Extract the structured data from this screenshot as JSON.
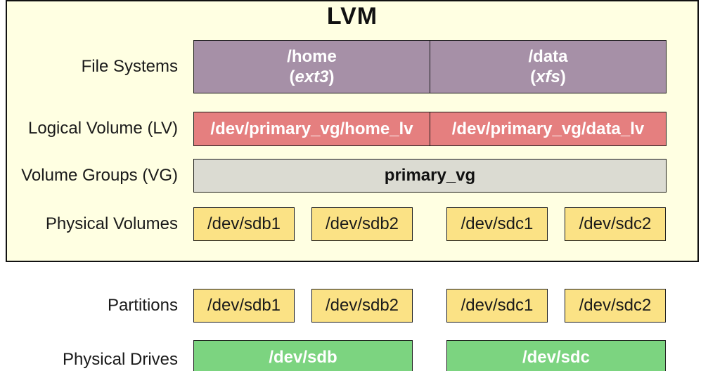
{
  "diagram": {
    "title": "LVM",
    "rows": {
      "file_systems": {
        "label": "File Systems",
        "boxes": [
          {
            "mount": "/home",
            "open": "(",
            "fs": "ext3",
            "close": ")"
          },
          {
            "mount": "/data",
            "open": "(",
            "fs": "xfs",
            "close": ")"
          }
        ]
      },
      "logical_volumes": {
        "label": "Logical Volume (LV)",
        "boxes": [
          "/dev/primary_vg/home_lv",
          "/dev/primary_vg/data_lv"
        ]
      },
      "volume_groups": {
        "label": "Volume Groups (VG)",
        "boxes": [
          "primary_vg"
        ]
      },
      "physical_volumes": {
        "label": "Physical Volumes",
        "boxes": [
          "/dev/sdb1",
          "/dev/sdb2",
          "/dev/sdc1",
          "/dev/sdc2"
        ]
      },
      "partitions": {
        "label": "Partitions",
        "boxes": [
          "/dev/sdb1",
          "/dev/sdb2",
          "/dev/sdc1",
          "/dev/sdc2"
        ]
      },
      "physical_drives": {
        "label": "Physical Drives",
        "boxes": [
          "/dev/sdb",
          "/dev/sdc"
        ]
      }
    },
    "colors": {
      "container_bg": "#FFFFE2",
      "file_system_box": "#A690A7",
      "logical_volume_box": "#E57F7F",
      "volume_group_box": "#DBDBD2",
      "physical_volume_box": "#FBE285",
      "partition_box": "#FBE285",
      "physical_drive_box": "#7CD480",
      "border": "#111111"
    }
  }
}
